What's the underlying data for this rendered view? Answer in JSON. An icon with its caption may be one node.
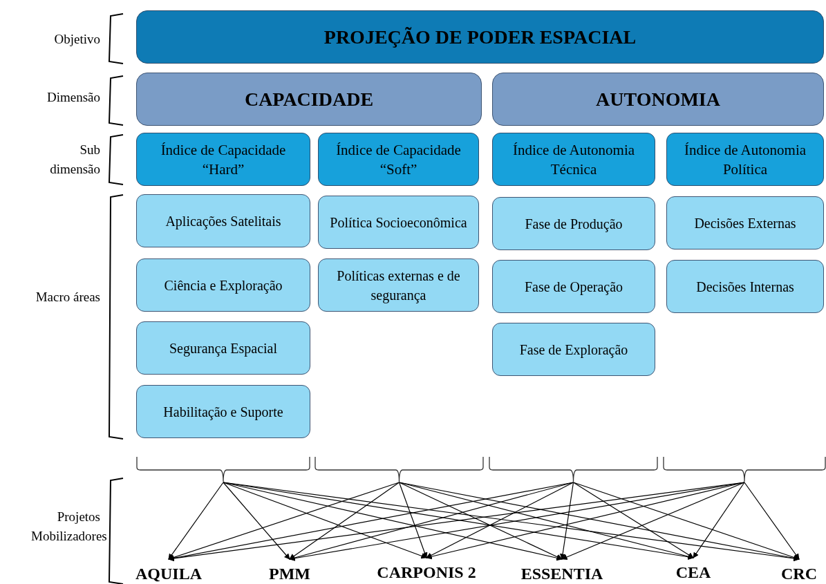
{
  "diagram": {
    "nodes": [
      {
        "text": [
          "PROJEÇÃO DE PODER ESPACIAL"
        ]
      },
      {
        "text": [
          "CAPACIDADE"
        ]
      },
      {
        "text": [
          "AUTONOMIA"
        ]
      },
      {
        "text": [
          "Índice de Capacidade “Hard”"
        ]
      },
      {
        "text": [
          "Índice de Capacidade “Soft”"
        ]
      },
      {
        "text": [
          "Índice de Autonomia Técnica"
        ]
      },
      {
        "text": [
          "Índice de Autonomia Política"
        ]
      },
      {
        "text": [
          "Aplicações Satelitais"
        ]
      },
      {
        "text": [
          "Política Socioeconômica"
        ]
      },
      {
        "text": [
          "Fase de Produção"
        ]
      },
      {
        "text": [
          "Decisões Externas"
        ]
      },
      {
        "text": [
          "Ciência e Exploração"
        ]
      },
      {
        "text": [
          "Políticas externas e de segurança"
        ]
      },
      {
        "text": [
          "Fase de Operação"
        ]
      },
      {
        "text": [
          "Decisões Internas"
        ]
      },
      {
        "text": [
          "Segurança Espacial"
        ]
      },
      {
        "text": [
          "Fase de Exploração"
        ]
      },
      {
        "text": [
          "Habilitação e Suporte"
        ]
      },
      {
        "text": [],
        "shape": "bracket"
      },
      {
        "text": [],
        "shape": "bracket"
      },
      {
        "text": [],
        "shape": "bracket"
      },
      {
        "text": [],
        "shape": "bracket"
      },
      {
        "text": [
          "AQUILA"
        ]
      },
      {
        "text": [
          "PMM"
        ]
      },
      {
        "text": [
          "CARPONIS 2"
        ]
      },
      {
        "text": [
          "ESSENTIA"
        ]
      },
      {
        "text": [
          "CEA"
        ]
      },
      {
        "text": [
          "CRC"
        ]
      }
    ],
    "edges": [
      {
        "from": 18,
        "to": 22,
        "arrow": "to"
      },
      {
        "from": 18,
        "to": 23,
        "arrow": "to"
      },
      {
        "from": 18,
        "to": 24,
        "arrow": "to"
      },
      {
        "from": 18,
        "to": 25,
        "arrow": "to"
      },
      {
        "from": 18,
        "to": 26,
        "arrow": "to"
      },
      {
        "from": 18,
        "to": 27,
        "arrow": "to"
      },
      {
        "from": 19,
        "to": 22,
        "arrow": "to"
      },
      {
        "from": 19,
        "to": 23,
        "arrow": "to"
      },
      {
        "from": 19,
        "to": 24,
        "arrow": "to"
      },
      {
        "from": 19,
        "to": 25,
        "arrow": "to"
      },
      {
        "from": 19,
        "to": 26,
        "arrow": "to"
      },
      {
        "from": 19,
        "to": 27,
        "arrow": "to"
      },
      {
        "from": 20,
        "to": 22,
        "arrow": "to"
      },
      {
        "from": 20,
        "to": 23,
        "arrow": "to"
      },
      {
        "from": 20,
        "to": 24,
        "arrow": "to"
      },
      {
        "from": 20,
        "to": 25,
        "arrow": "to"
      },
      {
        "from": 20,
        "to": 26,
        "arrow": "to"
      },
      {
        "from": 20,
        "to": 27,
        "arrow": "to"
      },
      {
        "from": 21,
        "to": 22,
        "arrow": "to"
      },
      {
        "from": 21,
        "to": 23,
        "arrow": "to"
      },
      {
        "from": 21,
        "to": 24,
        "arrow": "to"
      },
      {
        "from": 21,
        "to": 25,
        "arrow": "to"
      },
      {
        "from": 21,
        "to": 26,
        "arrow": "to"
      },
      {
        "from": 21,
        "to": 27,
        "arrow": "to"
      }
    ],
    "labels": [
      "Objetivo",
      "Dimensão",
      "Sub dimensão",
      "Macro áreas",
      "Projetos Mobilizadores"
    ]
  }
}
